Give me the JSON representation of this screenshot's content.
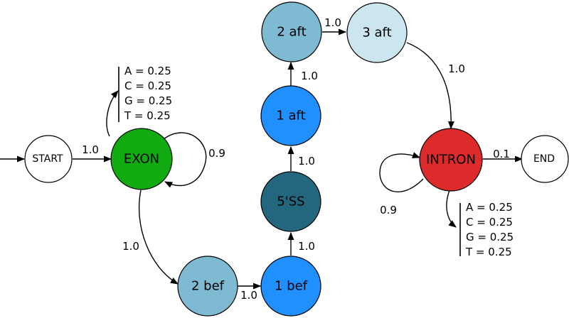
{
  "colors": {
    "exon": "#11aa11",
    "intron": "#dd2a2a",
    "bef": "#7fbad3",
    "ss": "#23677f",
    "aft1": "#2090ff",
    "aft3": "#cce6f0",
    "plain": "#ffffff",
    "blue": "#2090ff"
  },
  "nodes": {
    "start": {
      "label": "START",
      "color": "plain"
    },
    "exon": {
      "label": "EXON",
      "color": "exon"
    },
    "bef2": {
      "label": "2 bef",
      "color": "bef"
    },
    "bef1": {
      "label": "1 bef",
      "color": "blue"
    },
    "ss5": {
      "label": "5'SS",
      "color": "ss"
    },
    "aft1": {
      "label": "1 aft",
      "color": "aft1"
    },
    "aft2": {
      "label": "2 aft",
      "color": "bef"
    },
    "aft3": {
      "label": "3 aft",
      "color": "aft3"
    },
    "intron": {
      "label": "INTRON",
      "color": "intron"
    },
    "end": {
      "label": "END",
      "color": "plain"
    }
  },
  "edges": {
    "start_exon": "1.0",
    "exon_self": "0.9",
    "exon_bef2": "1.0",
    "bef2_bef1": "1.0",
    "bef1_ss": "1.0",
    "ss_aft1": "1.0",
    "aft1_aft2": "1.0",
    "aft2_aft3": "1.0",
    "aft3_intron": "1.0",
    "intron_end": "0.1",
    "intron_self": "0.9"
  },
  "emissions": {
    "exon": [
      "A = 0.25",
      "C = 0.25",
      "G = 0.25",
      "T = 0.25"
    ],
    "intron": [
      "A = 0.25",
      "C = 0.25",
      "G = 0.25",
      "T = 0.25"
    ]
  }
}
